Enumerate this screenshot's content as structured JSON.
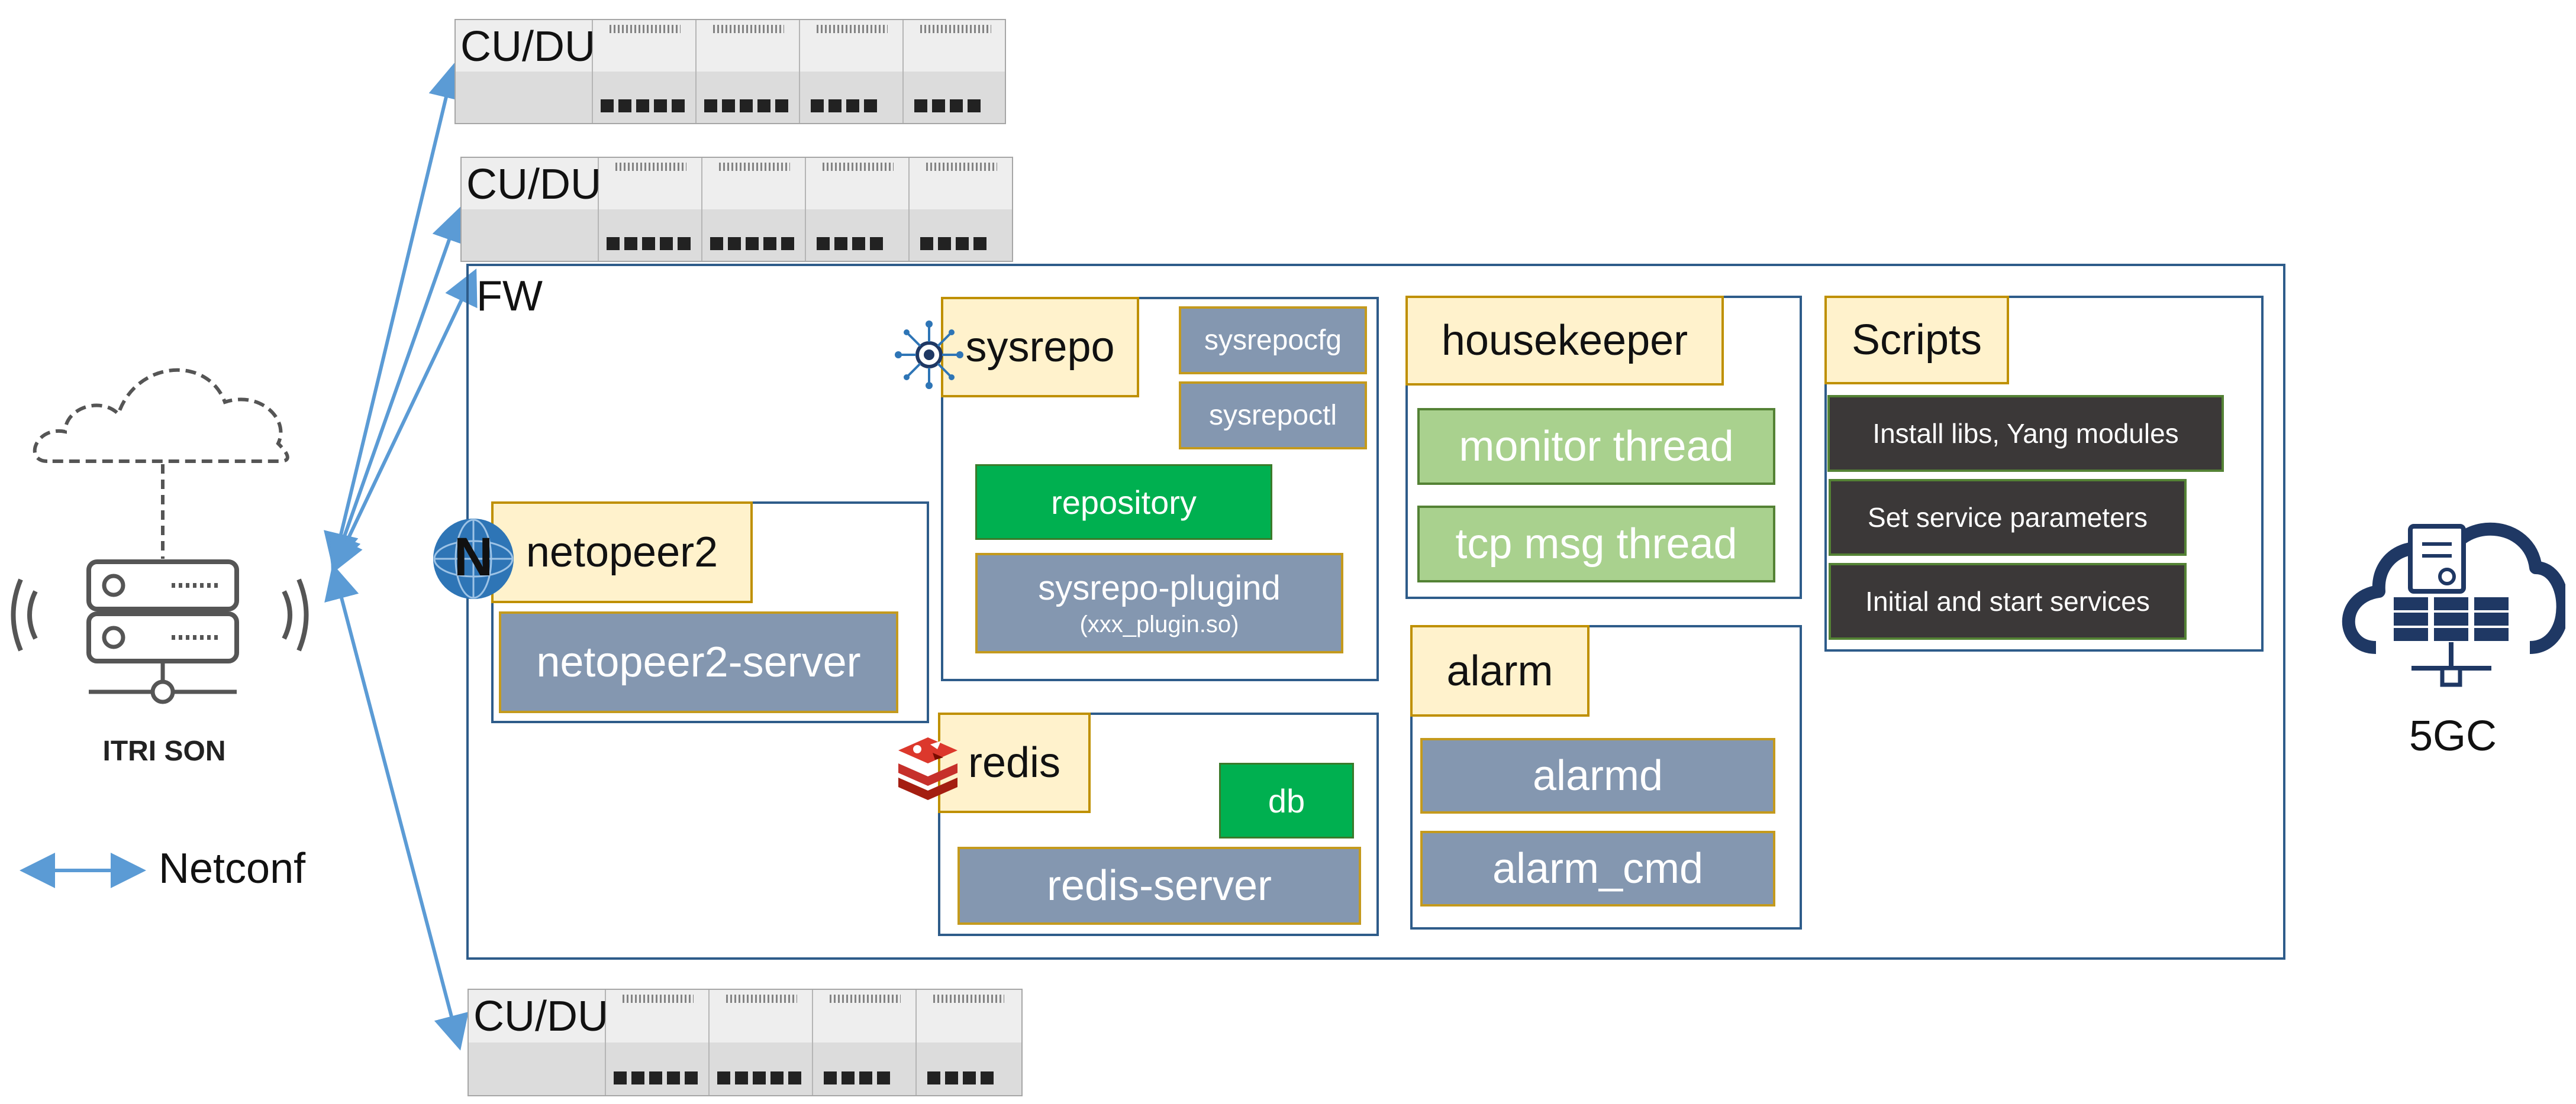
{
  "nodes": {
    "cudu_top": "CU/DU",
    "cudu_mid": "CU/DU",
    "cudu_bottom": "CU/DU",
    "itri_son": "ITRI SON",
    "five_gc": "5GC"
  },
  "legend": {
    "netconf": "Netconf"
  },
  "fw": {
    "title": "FW",
    "netopeer2": {
      "title": "netopeer2",
      "logo_letter": "N",
      "server": "netopeer2-server"
    },
    "sysrepo": {
      "title": "sysrepo",
      "sysrepocfg": "sysrepocfg",
      "sysrepoctl": "sysrepoctl",
      "repository": "repository",
      "plugind": "sysrepo-plugind",
      "plugind_sub": "(xxx_plugin.so)"
    },
    "redis": {
      "title": "redis",
      "db": "db",
      "server": "redis-server"
    },
    "housekeeper": {
      "title": "housekeeper",
      "monitor": "monitor thread",
      "tcp": "tcp msg thread"
    },
    "alarm": {
      "title": "alarm",
      "alarmd": "alarmd",
      "alarm_cmd": "alarm_cmd"
    },
    "scripts": {
      "title": "Scripts",
      "install": "Install libs, Yang modules",
      "set_params": "Set service parameters",
      "init_start": "Initial and start services"
    }
  },
  "colors": {
    "frame_blue": "#2e5c8a",
    "arrow_blue": "#5b9bd5",
    "tag_fill": "#fff2cc",
    "gray_box": "#8497b0",
    "green_box": "#00b050",
    "light_green_box": "#a9d18e",
    "dark_box": "#3b3838",
    "icon_navy": "#1f3864"
  }
}
